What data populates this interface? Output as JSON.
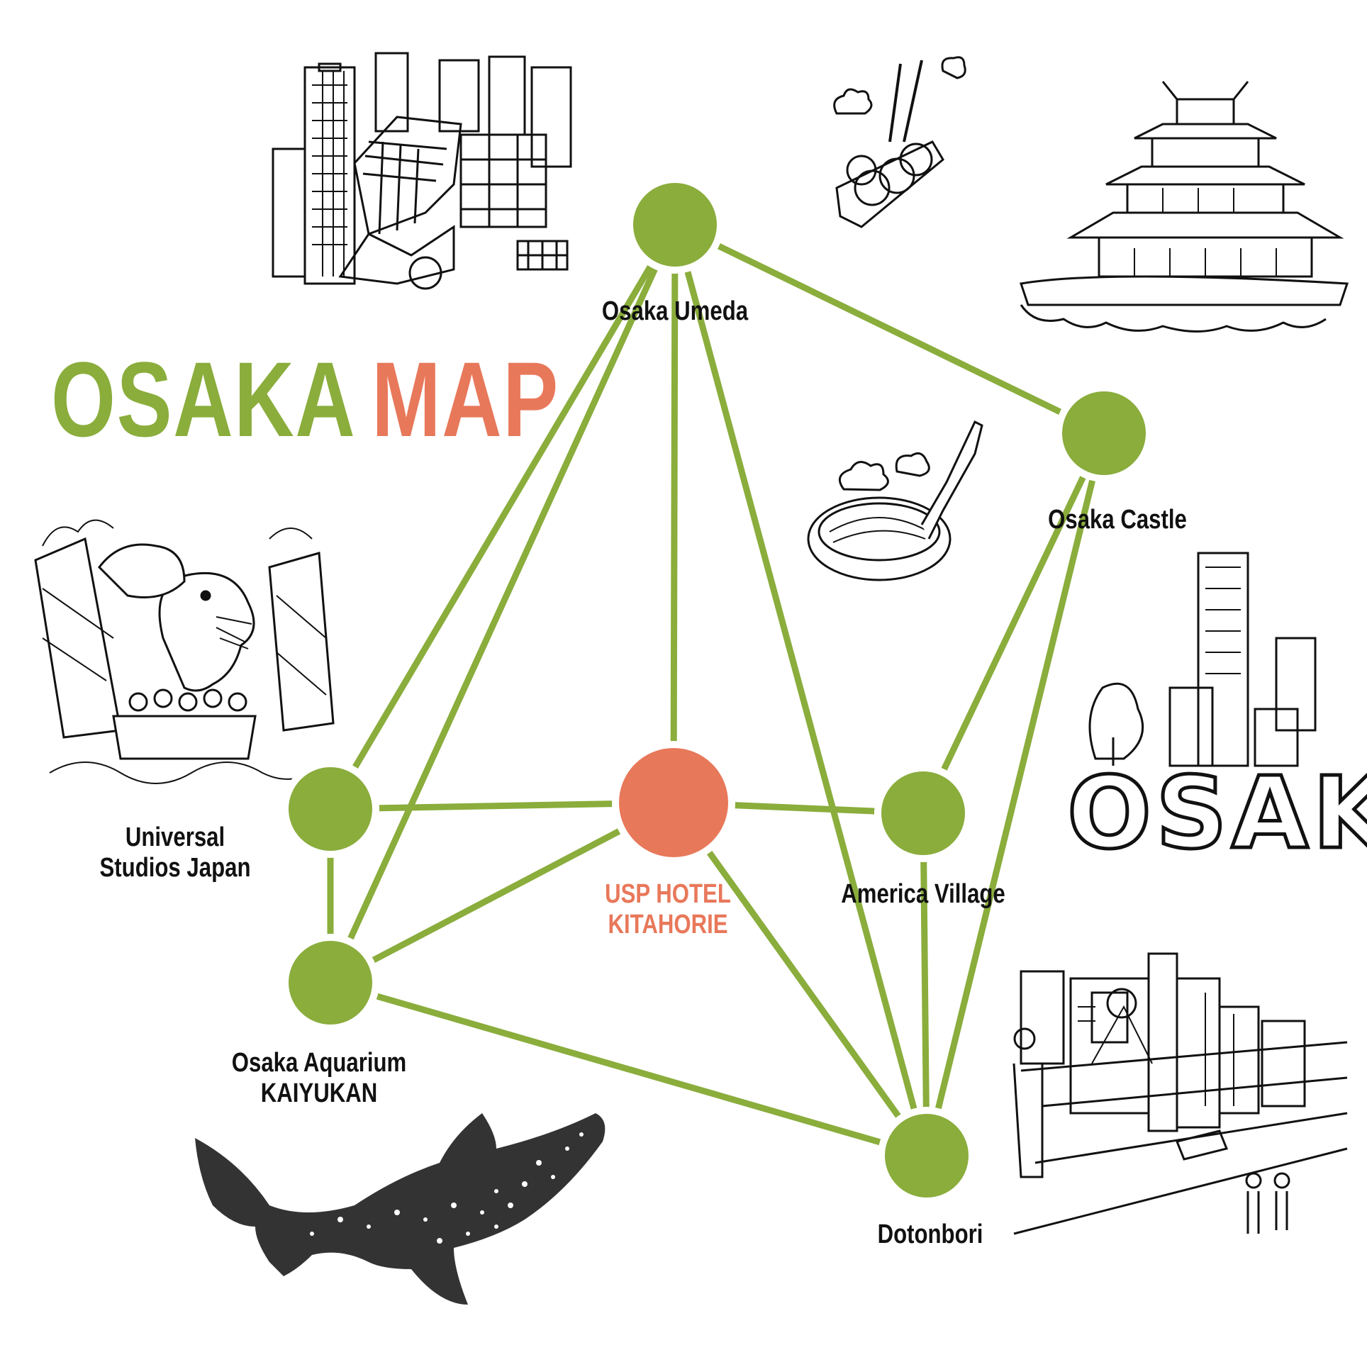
{
  "title": {
    "word1": "OSAKA",
    "word2": "MAP"
  },
  "colors": {
    "station": "#8aad3c",
    "hotel": "#e8785a",
    "line": "#8aad3c",
    "ink": "#111111"
  },
  "nodes": {
    "umeda": {
      "label": [
        "Osaka Umeda"
      ]
    },
    "castle": {
      "label": [
        "Osaka Castle"
      ]
    },
    "usj": {
      "label": [
        "Universal",
        "Studios Japan"
      ]
    },
    "hotel": {
      "label": [
        "USP HOTEL",
        "KITAHORIE"
      ]
    },
    "amerika": {
      "label": [
        "America Village"
      ]
    },
    "kaiyukan": {
      "label": [
        "Osaka Aquarium",
        "KAIYUKAN"
      ]
    },
    "dotonbori": {
      "label": [
        "Dotonbori"
      ]
    }
  },
  "routes": [
    [
      "umeda",
      "castle"
    ],
    [
      "umeda",
      "usj"
    ],
    [
      "umeda",
      "kaiyukan"
    ],
    [
      "umeda",
      "hotel"
    ],
    [
      "umeda",
      "dotonbori"
    ],
    [
      "castle",
      "amerika"
    ],
    [
      "castle",
      "dotonbori"
    ],
    [
      "usj",
      "hotel"
    ],
    [
      "usj",
      "kaiyukan"
    ],
    [
      "hotel",
      "amerika"
    ],
    [
      "hotel",
      "kaiyukan"
    ],
    [
      "hotel",
      "dotonbori"
    ],
    [
      "amerika",
      "dotonbori"
    ],
    [
      "kaiyukan",
      "dotonbori"
    ]
  ],
  "illustrations": {
    "osaka_sign": "OSAKA",
    "umeda_station": "umeda-station-drawing",
    "takoyaki": "takoyaki-drawing",
    "castle": "osaka-castle-drawing",
    "okonomiyaki": "okonomiyaki-drawing",
    "jurassic_ride": "usj-dinosaur-ride-drawing",
    "whale_shark": "whale-shark-drawing",
    "dotonbori_canal": "dotonbori-canal-drawing",
    "buildings": "city-buildings-drawing"
  }
}
